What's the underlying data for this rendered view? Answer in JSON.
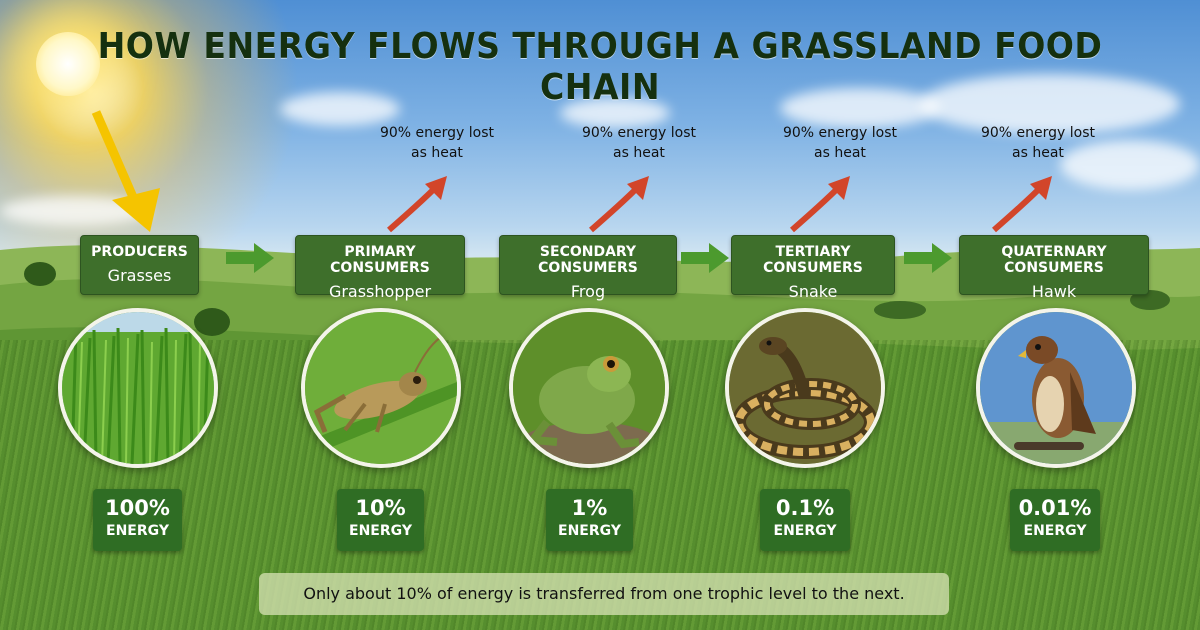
{
  "title": "HOW ENERGY FLOWS THROUGH A GRASSLAND FOOD CHAIN",
  "colors": {
    "box_green": "#3e6f2b",
    "flow_arrow_green": "#4c9a2e",
    "loss_arrow_red": "#d2452a",
    "sun_arrow_yellow": "#f5c400"
  },
  "heat_loss_label": [
    "90% energy lost",
    "as heat"
  ],
  "stages": [
    {
      "level": "PRODUCERS",
      "organism": "Grasses",
      "energy_pct": "100%",
      "energy_label": "ENERGY",
      "image": "grass-image"
    },
    {
      "level": "PRIMARY CONSUMERS",
      "organism": "Grasshopper",
      "energy_pct": "10%",
      "energy_label": "ENERGY",
      "image": "grasshopper-image"
    },
    {
      "level": "SECONDARY CONSUMERS",
      "organism": "Frog",
      "energy_pct": "1%",
      "energy_label": "ENERGY",
      "image": "frog-image"
    },
    {
      "level": "TERTIARY CONSUMERS",
      "organism": "Snake",
      "energy_pct": "0.1%",
      "energy_label": "ENERGY",
      "image": "snake-image"
    },
    {
      "level": "QUATERNARY CONSUMERS",
      "organism": "Hawk",
      "energy_pct": "0.01%",
      "energy_label": "ENERGY",
      "image": "hawk-image"
    }
  ],
  "footer": "Only about 10% of energy is transferred from one trophic level to the next."
}
